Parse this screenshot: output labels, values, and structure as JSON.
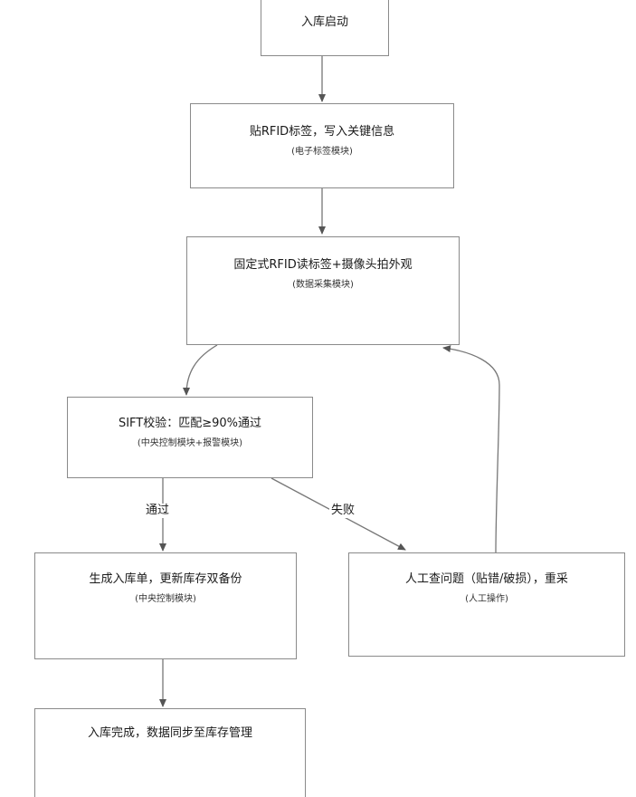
{
  "nodes": {
    "start": {
      "title": "入库启动"
    },
    "tag": {
      "title": "贴RFID标签，写入关键信息",
      "module": "(电子标签模块)"
    },
    "collect": {
      "title": "固定式RFID读标签+摄像头拍外观",
      "module": "(数据采集模块)"
    },
    "verify": {
      "title": "SIFT校验：匹配≥90%通过",
      "module": "(中央控制模块+报警模块)"
    },
    "generate": {
      "title": "生成入库单，更新库存双备份",
      "module": "(中央控制模块)"
    },
    "manual": {
      "title": "人工查问题（贴错/破损），重采",
      "module": "(人工操作)"
    },
    "done": {
      "title": "入库完成，数据同步至库存管理"
    }
  },
  "edges": {
    "pass_label": "通过",
    "fail_label": "失败"
  }
}
